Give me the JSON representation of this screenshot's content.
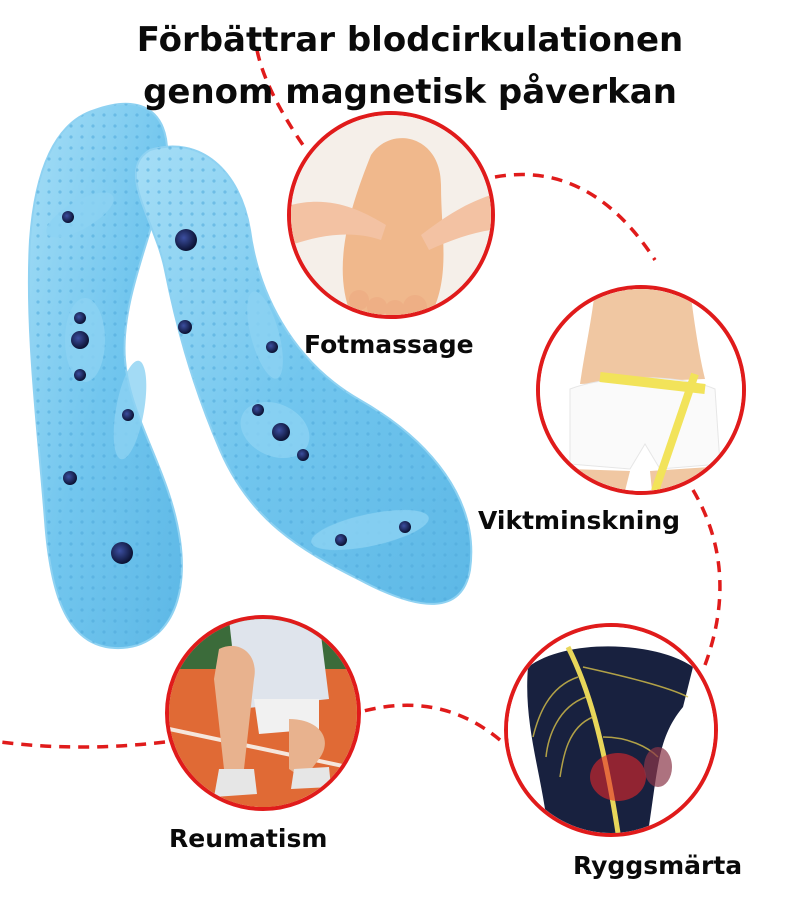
{
  "headline": {
    "line1": "Förbättrar blodcirkulationen",
    "line2": "genom magnetisk påverkan"
  },
  "benefits": [
    {
      "label": "Fotmassage",
      "image": "foot-massage-photo"
    },
    {
      "label": "Viktminskning",
      "image": "waist-measuring-tape-photo"
    },
    {
      "label": "Reumatism",
      "image": "knee-pain-runner-photo"
    },
    {
      "label": "Ryggsmärta",
      "image": "back-pain-nerves-photo"
    }
  ],
  "product": {
    "image": "blue-magnetic-insoles"
  },
  "colors": {
    "accent_red": "#e01b1b",
    "insole_blue": "#7fcdf0",
    "magnet_navy": "#101a4a",
    "text": "#0a0a0a"
  }
}
